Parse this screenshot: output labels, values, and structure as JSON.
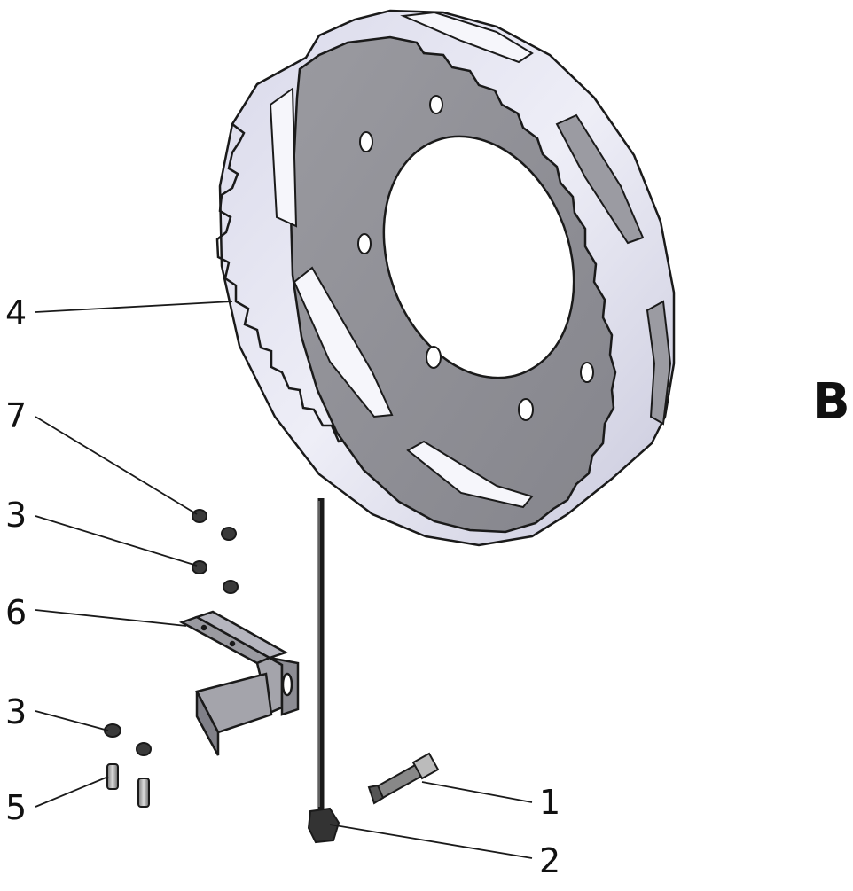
{
  "panel_letter": "B",
  "callouts": {
    "c1": "1",
    "c2": "2",
    "c3a": "3",
    "c3b": "3",
    "c4": "4",
    "c5": "5",
    "c6": "6",
    "c7": "7"
  },
  "colors": {
    "face": "#8f8f96",
    "rim": "#d4d4e6",
    "rim_light": "#ebebf5",
    "outline": "#1a1a1a",
    "hole": "#ffffff"
  }
}
